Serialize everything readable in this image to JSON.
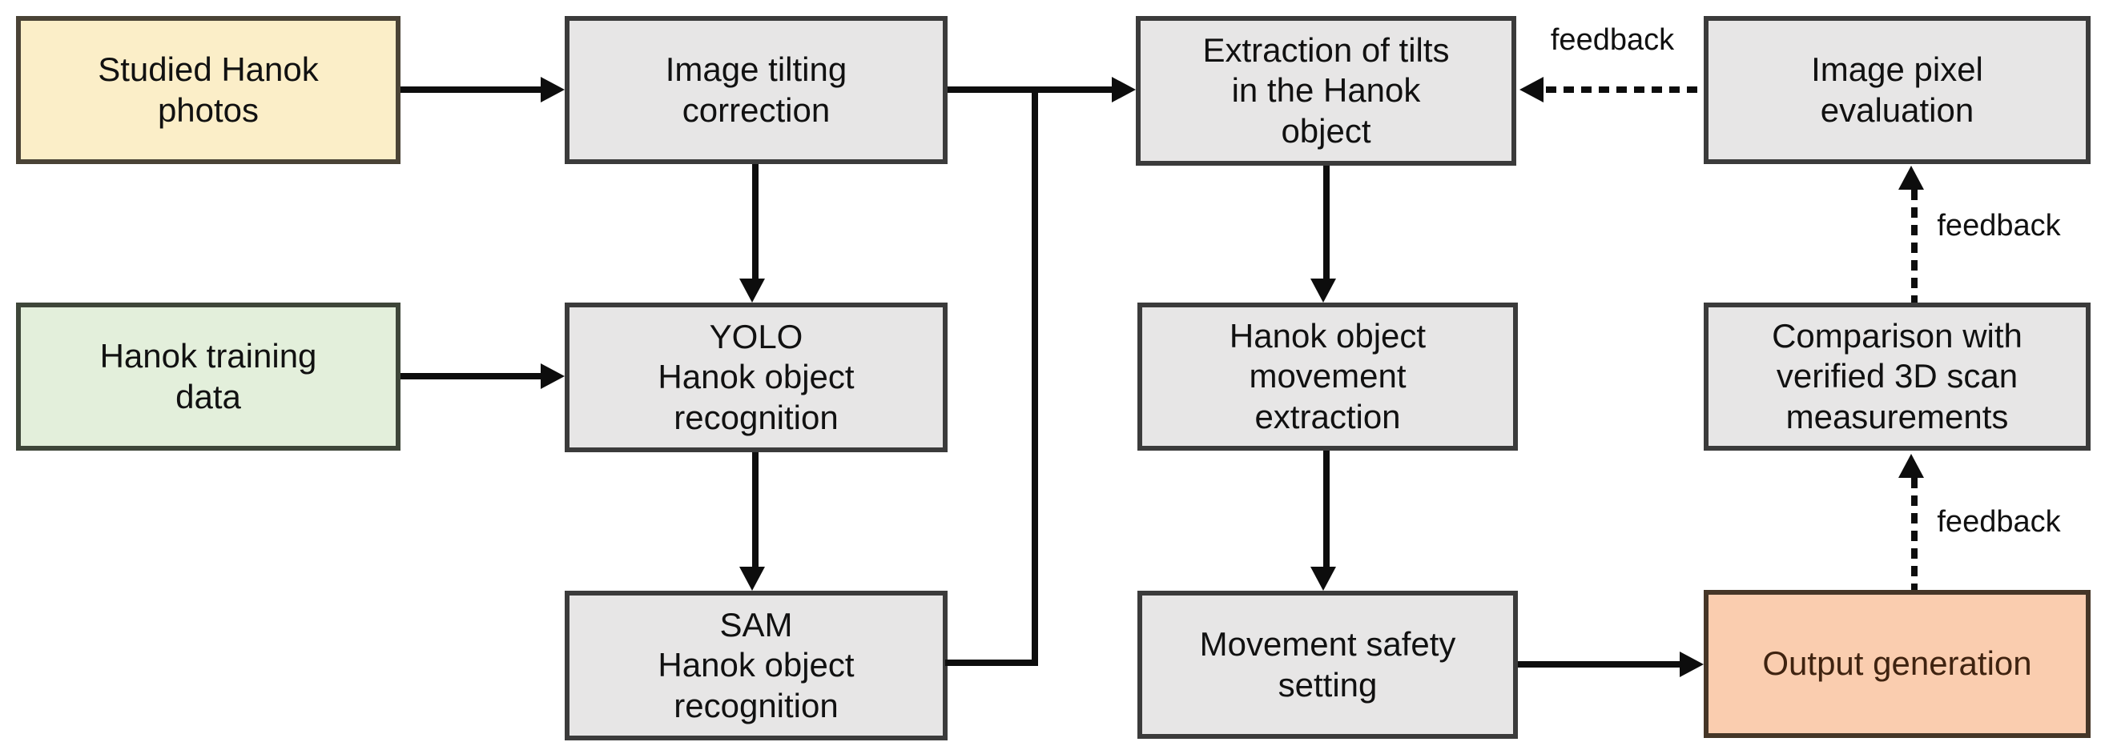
{
  "diagram": {
    "title": "Hanok analysis pipeline flowchart",
    "nodes": {
      "studied_photos": {
        "label": "Studied Hanok\nphotos"
      },
      "training_data": {
        "label": "Hanok training\ndata"
      },
      "tilting_correction": {
        "label": "Image tilting\ncorrection"
      },
      "yolo_recognition": {
        "label": "YOLO\nHanok object\nrecognition"
      },
      "sam_recognition": {
        "label": "SAM\nHanok object\nrecognition"
      },
      "extraction_tilts": {
        "label": "Extraction of tilts\nin the Hanok\nobject"
      },
      "movement_extraction": {
        "label": "Hanok object\nmovement\nextraction"
      },
      "movement_safety": {
        "label": "Movement safety\nsetting"
      },
      "pixel_evaluation": {
        "label": "Image pixel\nevaluation"
      },
      "comparison_3d": {
        "label": "Comparison with\nverified 3D scan\nmeasurements"
      },
      "output_generation": {
        "label": "Output generation"
      }
    },
    "feedback_labels": {
      "top": "feedback",
      "right_upper": "feedback",
      "right_lower": "feedback"
    },
    "colors": {
      "process_fill": "#E7E6E6",
      "photos_fill": "#FBEEC8",
      "training_fill": "#E3EFDB",
      "output_fill": "#FACDAF",
      "node_border": "#3B3B3B",
      "output_text": "#3F2310",
      "arrow": "#0D0D0D",
      "text": "#111111"
    }
  }
}
